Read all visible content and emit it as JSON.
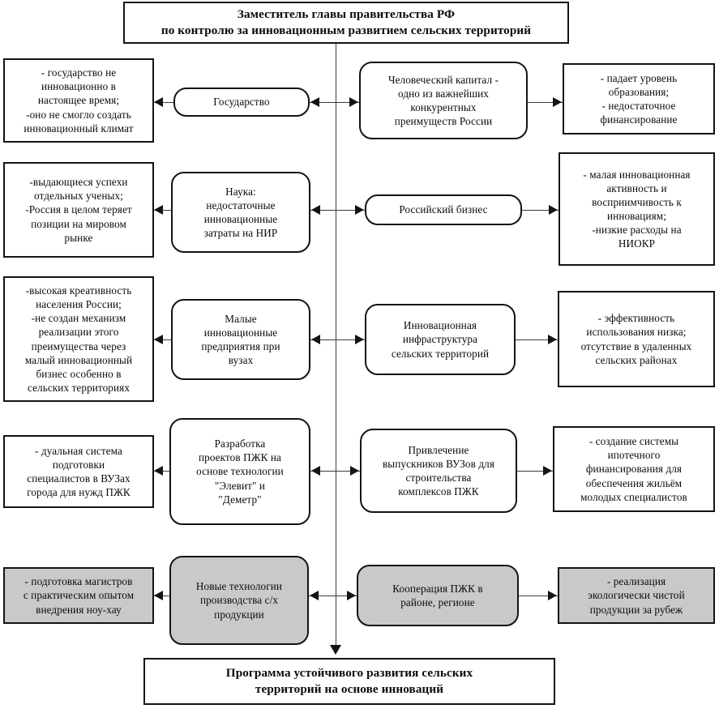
{
  "diagram": {
    "title_top": "Заместитель главы правительства РФ\nпо контролю за инновационным развитием сельских территорий",
    "title_bottom": "Программа устойчивого развития  сельских\nтерриторий  на основе инноваций",
    "colors": {
      "shaded_fill": "#c9c9c9",
      "plain_fill": "#ffffff",
      "border": "#141414",
      "connector": "#3b3b3b"
    },
    "rows": [
      {
        "id": "row-1",
        "left_note": "- государство не\nинновационно  в\nнастоящее время;\n-оно не  смогло создать\nинновационный  климат",
        "left_node": "Государство",
        "right_node": "Человеческий капитал  -\nодно из важнейших\nконкурентных\nпреимуществ России",
        "right_note": "- падает уровень\nобразования;\n- недостаточное\nфинансирование"
      },
      {
        "id": "row-2",
        "left_note": "-выдающиеся успехи\nотдельных ученых;\n-Россия в целом теряет\nпозиции  на мировом\nрынке",
        "left_node": "Наука:\nнедостаточные\nинновационные\nзатраты  на НИР",
        "right_node": "Российский бизнес",
        "right_note": "- малая инновационная\nактивность и\nвосприимчивость к\nинновациям;\n-низкие  расходы на\nНИОКР"
      },
      {
        "id": "row-3",
        "left_note": "-высокая креативность\nнаселения России;\n-не создан механизм\nреализации  этого\nпреимущества через\nмалый инновационный\nбизнес особенно в\nсельских территориях",
        "left_node": "Малые\nинновационные\nпредприятия  при\nвузах",
        "right_node": "Инновационная\nинфраструктура\nсельских территорий",
        "right_note": "- эффективность\nиспользования низка;\nотсутствие в удаленных\nсельских районах"
      },
      {
        "id": "row-4",
        "left_note": "- дуальная  система\nподготовки\nспециалистов  в ВУЗах\nгорода для нужд ПЖК",
        "left_node": "Разработка\nпроектов ПЖК на\nоснове технологии\n\"Элевит\"  и\n\"Деметр\"",
        "right_node": "Привлечение\nвыпускников  ВУЗов для\nстроительства\nкомплексов ПЖК",
        "right_note": "- создание системы\nипотечного\nфинансирования   для\nобеспечения жильём\nмолодых специалистов"
      },
      {
        "id": "row-5",
        "left_note": "- подготовка магистров\nс практическим  опытом\nвнедрения  ноу-хау",
        "left_node": "Новые технологии\nпроизводства с/х\nпродукции",
        "right_node": "Кооперация ПЖК в\nрайоне, регионе",
        "right_note": "- реализация\nэкологически чистой\nпродукции  за рубеж"
      }
    ]
  }
}
